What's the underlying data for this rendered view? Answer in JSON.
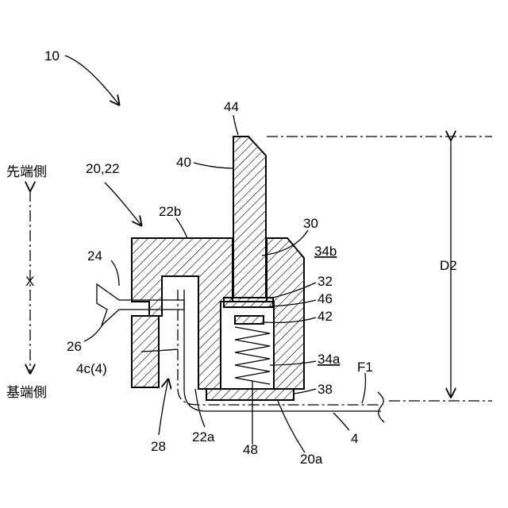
{
  "labels": {
    "ref_10": "10",
    "ref_44": "44",
    "ref_40": "40",
    "ref_20_22": "20,22",
    "ref_22b": "22b",
    "ref_30": "30",
    "ref_34b": "34b",
    "ref_24": "24",
    "ref_32": "32",
    "ref_46": "46",
    "ref_42": "42",
    "ref_26": "26",
    "ref_4c": "4c(4)",
    "ref_34a": "34a",
    "ref_F1": "F1",
    "ref_38": "38",
    "ref_28": "28",
    "ref_22a": "22a",
    "ref_48": "48",
    "ref_20a": "20a",
    "ref_4": "4",
    "ref_D2": "D2",
    "axis_X": "X",
    "tip_side": "先端側",
    "base_side": "基端側"
  }
}
